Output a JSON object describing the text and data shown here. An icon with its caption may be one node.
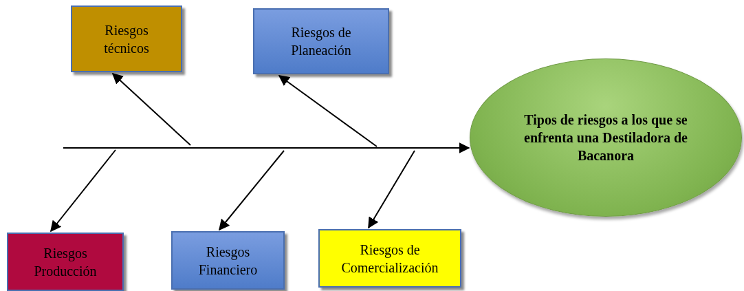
{
  "diagram": {
    "nodes": [
      {
        "text": [
          "Riesgos técnicos"
        ]
      },
      {
        "text": [
          "Riesgos de Planeación"
        ]
      },
      {
        "text": [
          "Tipos de riesgos a los que se enfrenta una Destiladora de Bacanora"
        ]
      },
      {
        "text": [
          "Riesgos Producción"
        ]
      },
      {
        "text": [
          "Riesgos Financiero"
        ]
      },
      {
        "text": [
          "Riesgos de Comercialización"
        ]
      }
    ],
    "edges": [
      {
        "from": null,
        "to": 2,
        "arrow": "to"
      },
      {
        "from": null,
        "to": 0,
        "arrow": "to"
      },
      {
        "from": null,
        "to": 1,
        "arrow": "to"
      },
      {
        "from": null,
        "to": 3,
        "arrow": "to"
      },
      {
        "from": null,
        "to": 4,
        "arrow": "to"
      },
      {
        "from": null,
        "to": 5,
        "arrow": "to"
      }
    ]
  }
}
